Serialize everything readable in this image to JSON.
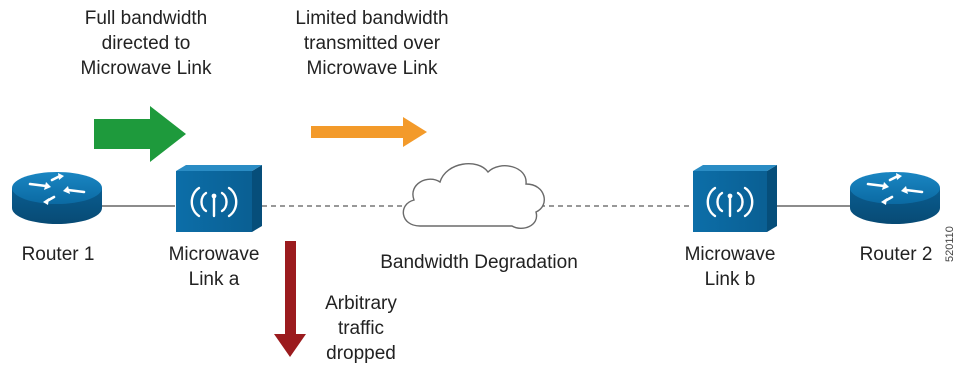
{
  "labels": {
    "full_bandwidth": "Full bandwidth\ndirected to\nMicrowave Link",
    "limited_bandwidth": "Limited bandwidth\ntransmitted over\nMicrowave Link",
    "router_1": "Router 1",
    "router_2": "Router 2",
    "microwave_link_a": "Microwave\nLink a",
    "microwave_link_b": "Microwave\nLink b",
    "bandwidth_degradation": "Bandwidth Degradation",
    "arbitrary_traffic": "Arbitrary\ntraffic\ndropped",
    "figure_id": "520110"
  },
  "icons": {
    "router": "router-icon",
    "microwave": "microwave-link-icon",
    "cloud": "cloud-icon",
    "green_arrow": "arrow-right-icon",
    "orange_arrow": "arrow-right-icon",
    "red_arrow": "arrow-down-icon"
  },
  "colors": {
    "device_blue": "#0a6fa8",
    "device_dark": "#064e7a",
    "green_arrow": "#1e9a3c",
    "orange_arrow": "#f39a2a",
    "red_arrow": "#9b1b1e",
    "line": "#555555"
  }
}
